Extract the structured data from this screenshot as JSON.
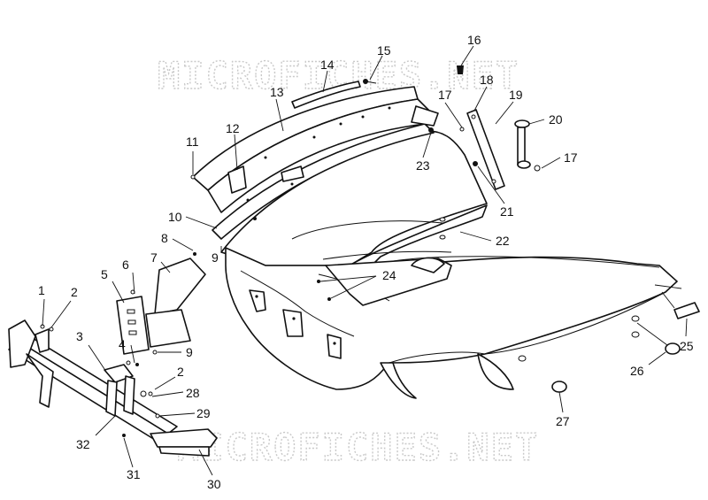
{
  "watermark": {
    "top": "MICROFICHES.NET",
    "bottom": "MICROFICHES.NET"
  },
  "callouts": [
    "1",
    "2",
    "3",
    "4",
    "5",
    "6",
    "7",
    "8",
    "9",
    "9",
    "10",
    "11",
    "12",
    "13",
    "14",
    "15",
    "16",
    "17",
    "17",
    "18",
    "19",
    "20",
    "21",
    "22",
    "23",
    "24",
    "25",
    "26",
    "27",
    "28",
    "29",
    "30",
    "31",
    "32",
    "2"
  ]
}
